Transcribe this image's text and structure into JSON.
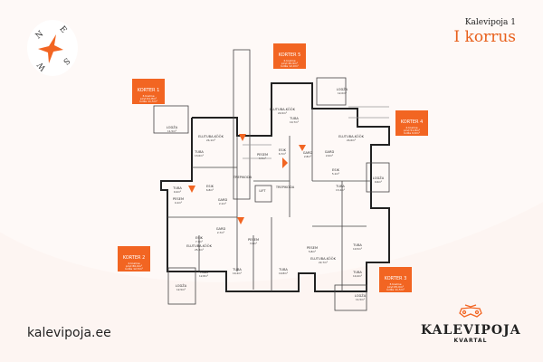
{
  "header": {
    "address": "Kalevipoja 1",
    "floor": "I korrus"
  },
  "compass": {
    "n": "N",
    "e": "E",
    "s": "S",
    "w": "W"
  },
  "apartments": [
    {
      "id": "k1",
      "title": "KORTER 1",
      "rooms": "3-toaline",
      "area": "pind 61,8m²",
      "loggia": "lodža 11,5m²"
    },
    {
      "id": "k2",
      "title": "KORTER 2",
      "rooms": "4-toaline",
      "area": "pind 80,0m²",
      "loggia": "lodža 12,5m²"
    },
    {
      "id": "k3",
      "title": "KORTER 3",
      "rooms": "3-toaline",
      "area": "pind 65,0m²",
      "loggia": "lodža 11,5m²"
    },
    {
      "id": "k4",
      "title": "KORTER 4",
      "rooms": "2-toaline",
      "area": "pind 51,8m²",
      "loggia": "lodža 9,6m²"
    },
    {
      "id": "k5",
      "title": "KORTER 5",
      "rooms": "2-toaline",
      "area": "pind 40,9m²",
      "loggia": "lodža 12,0m²"
    }
  ],
  "rooms": [
    {
      "name": "LODŽA",
      "area": "11,5m²"
    },
    {
      "name": "TUBA",
      "area": "13,6m²"
    },
    {
      "name": "ELUTUBA-KÖÖK",
      "area": "24,1m²"
    },
    {
      "name": "TUBA",
      "area": "9,2m²"
    },
    {
      "name": "PESEM",
      "area": "4,1m²"
    },
    {
      "name": "ESIK",
      "area": "6,8m²"
    },
    {
      "name": "GARD",
      "area": "2,1m²"
    },
    {
      "name": "TREPIKODA",
      "area": ""
    },
    {
      "name": "LIFT",
      "area": ""
    },
    {
      "name": "TREPIKODA",
      "area": ""
    },
    {
      "name": "ELUTUBA-KÖÖK",
      "area": "22,0m²"
    },
    {
      "name": "TUBA",
      "area": "10,7m²"
    },
    {
      "name": "PESEM",
      "area": "3,7m²"
    },
    {
      "name": "ESIK",
      "area": "6,7m²"
    },
    {
      "name": "GARD",
      "area": "2,8m²"
    },
    {
      "name": "LODŽA",
      "area": "12,0m²"
    },
    {
      "name": "ELUTUBA-KÖÖK",
      "area": "24,6m²"
    },
    {
      "name": "ESIK",
      "area": "5,1m²"
    },
    {
      "name": "GARD",
      "area": "2,0m²"
    },
    {
      "name": "LODŽA",
      "area": "9,6m²"
    },
    {
      "name": "TUBA",
      "area": "13,4m²"
    },
    {
      "name": "ELUTUBA-KÖÖK",
      "area": "25,3m²"
    },
    {
      "name": "ESIK",
      "area": "7,7m²"
    },
    {
      "name": "GARD",
      "area": "2,7m²"
    },
    {
      "name": "PESEM",
      "area": "3,9m²"
    },
    {
      "name": "LODŽA",
      "area": "12,5m²"
    },
    {
      "name": "TUBA",
      "area": "12,8m²"
    },
    {
      "name": "TUBA",
      "area": "10,4m²"
    },
    {
      "name": "TUBA",
      "area": "10,8m²"
    },
    {
      "name": "PESEM",
      "area": "5,8m²"
    },
    {
      "name": "ELUTUBA-KÖÖK",
      "area": "22,7m²"
    },
    {
      "name": "TUBA",
      "area": "10,5m²"
    },
    {
      "name": "TUBA",
      "area": "10,4m²"
    },
    {
      "name": "LODŽA",
      "area": "11,5m²"
    }
  ],
  "footer": {
    "website": "kalevipoja.ee",
    "logo_name": "KALEVIPOJA",
    "logo_sub": "KVARTAL"
  },
  "colors": {
    "accent": "#f26522",
    "background": "#fdf5f2",
    "wall": "#222222"
  }
}
